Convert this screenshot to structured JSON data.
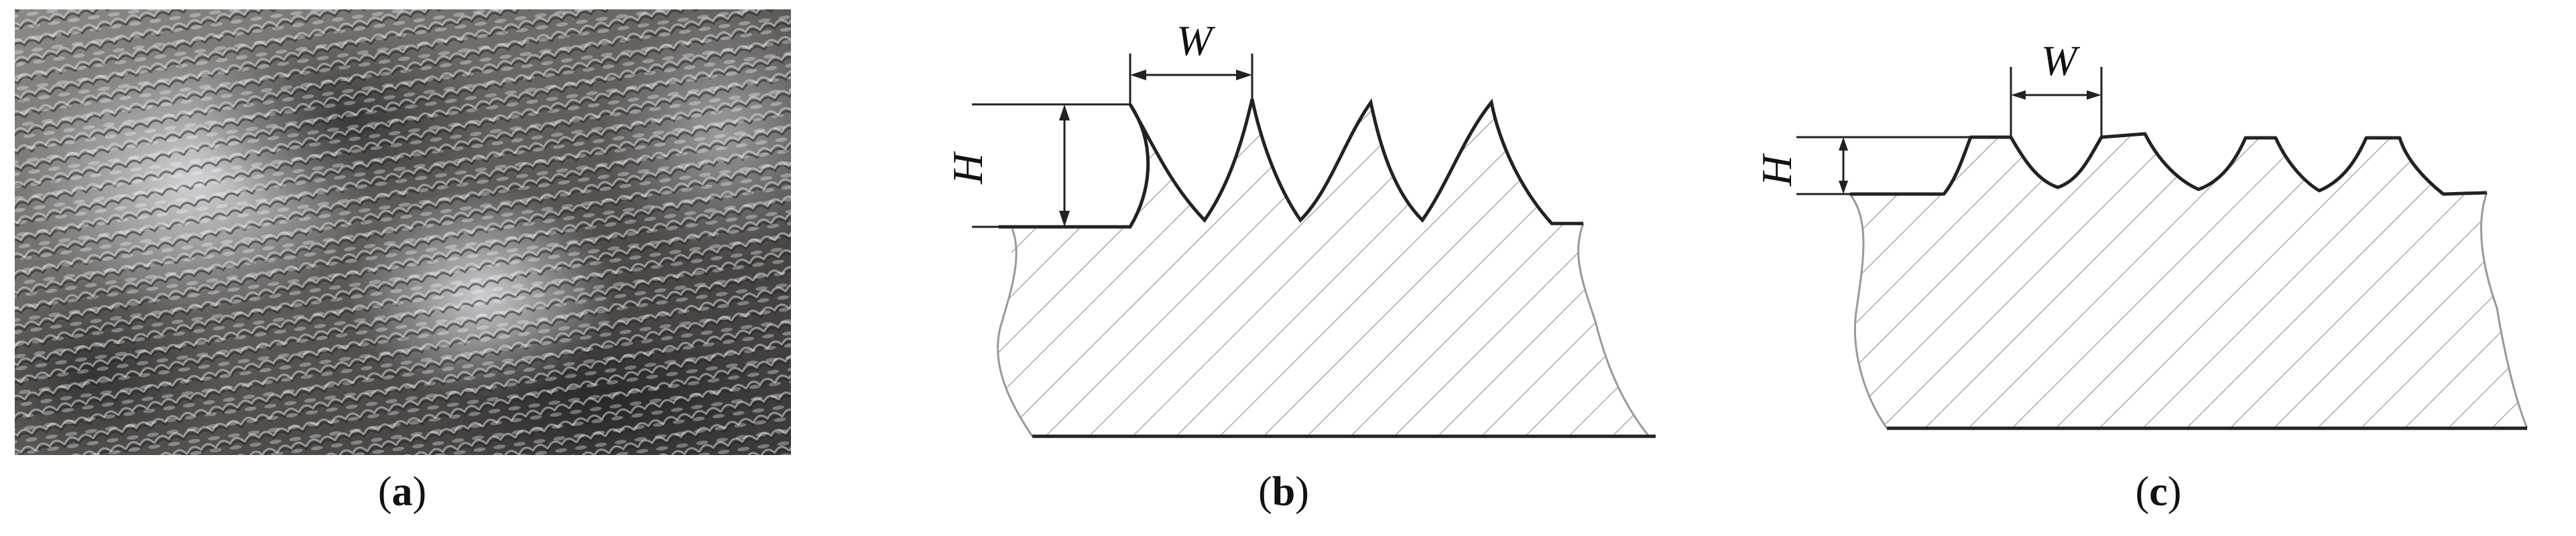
{
  "panels": [
    {
      "id": "a",
      "caption_letter": "a"
    },
    {
      "id": "b",
      "caption_letter": "b",
      "width_label": "W",
      "height_label": "H"
    },
    {
      "id": "c",
      "caption_letter": "c",
      "width_label": "W",
      "height_label": "H"
    }
  ],
  "colors": {
    "outline": "#222222",
    "hatch": "#9a9a9a",
    "photo_base": "#5b5856"
  }
}
